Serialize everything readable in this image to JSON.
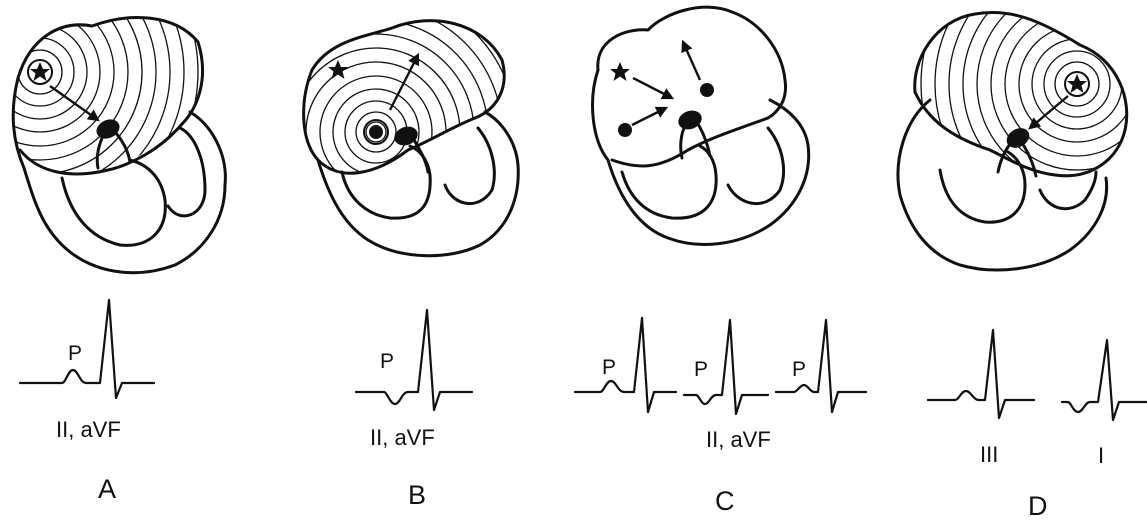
{
  "panels": [
    {
      "letter": "A",
      "lead_label": "II, aVF",
      "p_label": "P"
    },
    {
      "letter": "B",
      "lead_label": "II, aVF",
      "p_label": "P"
    },
    {
      "letter": "C",
      "lead_label": "II, aVF",
      "p_labels": [
        "P",
        "P",
        "P"
      ]
    },
    {
      "letter": "D",
      "lead_labels": [
        "III",
        "I"
      ]
    }
  ],
  "icons": [
    "star-icon",
    "arrow-icon",
    "heart-outline"
  ]
}
